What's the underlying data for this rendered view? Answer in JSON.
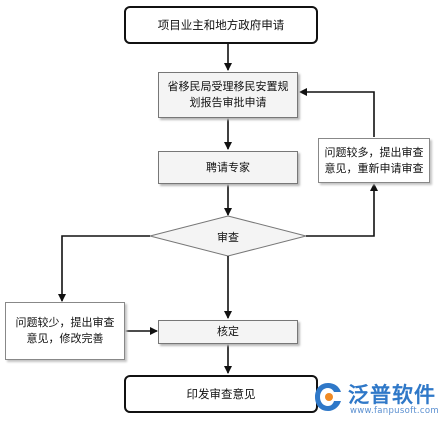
{
  "nodes": {
    "start": "项目业主和地方政府申请",
    "review_report": "省移民局受理移民安置规划报告审批申请",
    "hire_experts": "聘请专家",
    "decision": "审查",
    "many_issues": "问题较多，提出审查意见，重新申请审查",
    "few_issues": "问题较少，提出审查意见，修改完善",
    "verify": "核定",
    "end": "印发审查意见"
  },
  "brand": {
    "name": "泛普软件",
    "url": "www.fanpusoft.com",
    "color": "#2f78c8"
  }
}
